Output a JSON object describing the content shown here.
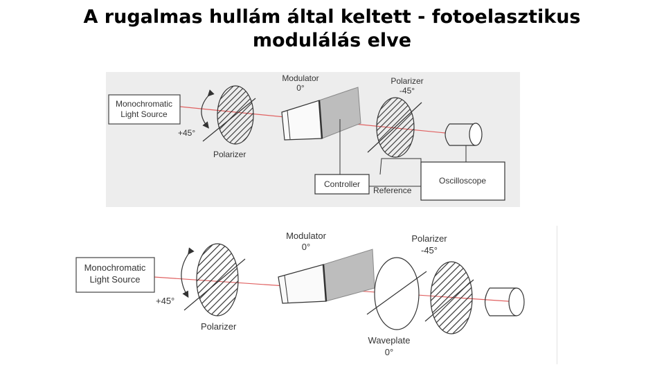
{
  "title": {
    "line1": "A rugalmas hullám által keltett - fotoelasztikus",
    "line2": "modulálás elve"
  },
  "top_diagram": {
    "light_source": [
      "Monochromatic",
      "Light Source"
    ],
    "angle_label": "+45°",
    "polarizer_label": "Polarizer",
    "modulator_label": "Modulator",
    "modulator_angle": "0°",
    "polarizer2_label": "Polarizer",
    "polarizer2_angle": "-45°",
    "controller_label": "Controller",
    "reference_label": "Reference",
    "oscilloscope_label": "Oscilloscope"
  },
  "bottom_diagram": {
    "light_source": [
      "Monochromatic",
      "Light Source"
    ],
    "angle_label": "+45°",
    "polarizer_label": "Polarizer",
    "modulator_label": "Modulator",
    "modulator_angle": "0°",
    "polarizer2_label": "Polarizer",
    "polarizer2_angle": "-45°",
    "waveplate_label": "Waveplate",
    "waveplate_angle": "0°"
  },
  "colors": {
    "beam": "#e06060",
    "stroke": "#333333"
  }
}
